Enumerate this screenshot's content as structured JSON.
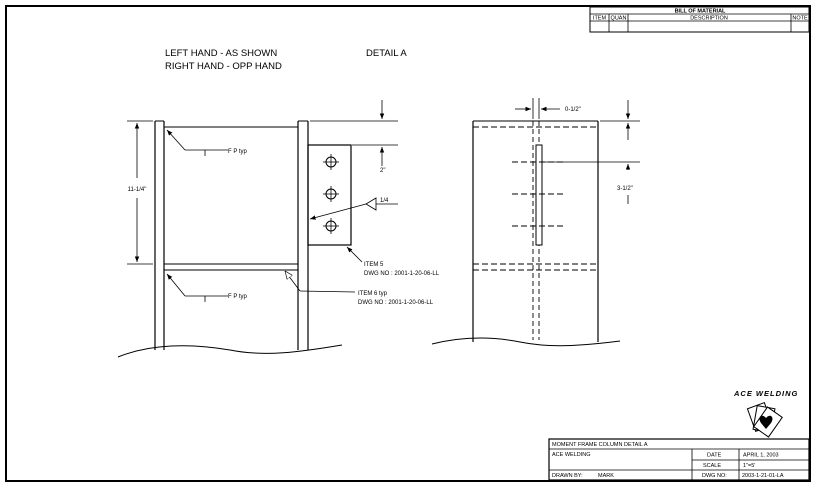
{
  "bill_of_material": {
    "title": "BILL OF MATERIAL",
    "columns": [
      "ITEM",
      "QUAN",
      "DESCRIPTION",
      "NOTE"
    ]
  },
  "notes": {
    "left_hand": "LEFT HAND - AS SHOWN",
    "right_hand": "RIGHT HAND - OPP HAND",
    "detail_title": "DETAIL A"
  },
  "dimensions": {
    "height": "11-1/4\"",
    "plate_offset": "2\"",
    "web_offset": "0-1/2\"",
    "bolt_spacing": "3-1/2\""
  },
  "callouts": {
    "fp_top": "F P typ",
    "fp_bottom": "F P typ",
    "weld": "1/4",
    "item5_label": "ITEM 5",
    "item5_dwg": "DWG NO : 2001-1-20-06-LL",
    "item6_label": "ITEM 6 typ",
    "item6_dwg": "DWG NO : 2001-1-20-06-LL"
  },
  "logo": {
    "text": "ACE WELDING"
  },
  "title_block": {
    "drawing_title": "MOMENT FRAME COLUMN DETAIL A",
    "company": "ACE WELDING",
    "date_label": "DATE",
    "date_value": "APRIL 1, 2003",
    "scale_label": "SCALE",
    "scale_value": "1\"=5'",
    "drawn_by_label": "DRAWN BY:",
    "drawn_by_value": "MARK",
    "dwg_no_label": "DWG NO:",
    "dwg_no_value": "2003-1-21-01-LA"
  }
}
